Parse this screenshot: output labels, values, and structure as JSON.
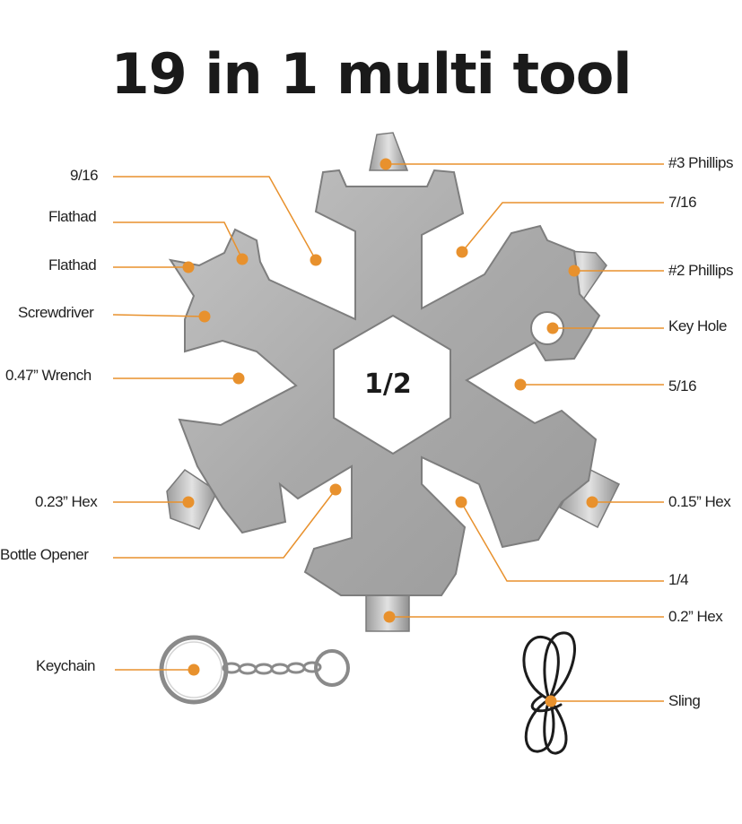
{
  "title": "19 in 1 multi tool",
  "center_label": "1/2",
  "labels": {
    "phillips3": "#3 Phillips",
    "sixteenth9": "9/16",
    "sixteenth7": "7/16",
    "flathad1": "Flathad",
    "flathad2": "Flathad",
    "phillips2": "#2 Phillips",
    "screwdriver": "Screwdriver",
    "keyhole": "Key Hole",
    "wrench047": "0.47” Wrench",
    "sixteenth5": "5/16",
    "hex023": "0.23” Hex",
    "hex015": "0.15” Hex",
    "bottle": "Bottle Opener",
    "quarter": "1/4",
    "hex02": "0.2” Hex",
    "keychain": "Keychain",
    "sling": "Sling"
  },
  "colors": {
    "accent": "#e8912d",
    "metal": "#a8a8a8",
    "metal_edge": "#7e7e7e",
    "text": "#222222"
  }
}
